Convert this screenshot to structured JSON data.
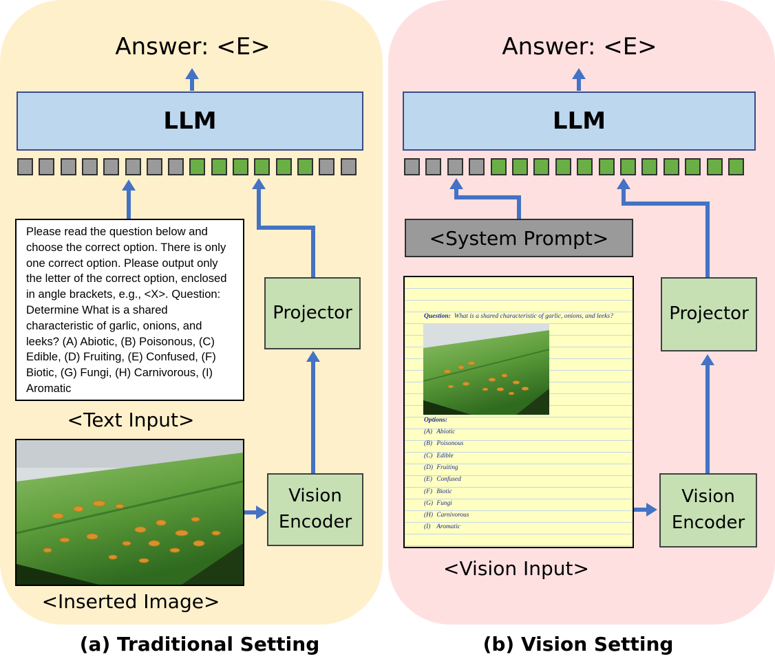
{
  "traditional": {
    "answer": "Answer: <E>",
    "llm": "LLM",
    "projector": "Projector",
    "encoder_line1": "Vision",
    "encoder_line2": "Encoder",
    "text_input": "Please read the question below and choose the correct option. There is only one correct option. Please output only the letter of the correct option, enclosed in angle brackets, e.g., <X>. Question: Determine What is a shared characteristic of garlic, onions, and leeks? (A) Abiotic, (B) Poisonous, (C) Edible, (D) Fruiting, (E) Confused, (F) Biotic, (G) Fungi, (H) Carnivorous, (I) Aromatic",
    "text_input_caption": "<Text Input>",
    "image_caption": "<Inserted Image>",
    "footer": "(a) Traditional Setting"
  },
  "vision": {
    "answer": "Answer: <E>",
    "llm": "LLM",
    "system_prompt": "<System Prompt>",
    "projector": "Projector",
    "encoder_line1": "Vision",
    "encoder_line2": "Encoder",
    "doc_question_label": "Question:",
    "doc_question": "What is a shared characteristic of garlic, onions, and leeks?",
    "doc_options_label": "Options:",
    "doc_options": [
      {
        "letter": "(A)",
        "text": "Abiotic"
      },
      {
        "letter": "(B)",
        "text": "Poisonous"
      },
      {
        "letter": "(C)",
        "text": "Edible"
      },
      {
        "letter": "(D)",
        "text": "Fruiting"
      },
      {
        "letter": "(E)",
        "text": "Confused"
      },
      {
        "letter": "(F)",
        "text": "Biotic"
      },
      {
        "letter": "(G)",
        "text": "Fungi"
      },
      {
        "letter": "(H)",
        "text": "Carnivorous"
      },
      {
        "letter": "(I)",
        "text": "Aromatic"
      }
    ],
    "vision_input_caption": "<Vision Input>",
    "footer": "(b) Vision Setting"
  },
  "colors": {
    "panel_a": "#fff0cc",
    "panel_b": "#ffe0e1",
    "llm": "#bdd7ee",
    "module": "#c6e0b4",
    "text_token": "#9a9a9a",
    "image_token": "#6aaf46",
    "arrow": "#4472c4"
  }
}
